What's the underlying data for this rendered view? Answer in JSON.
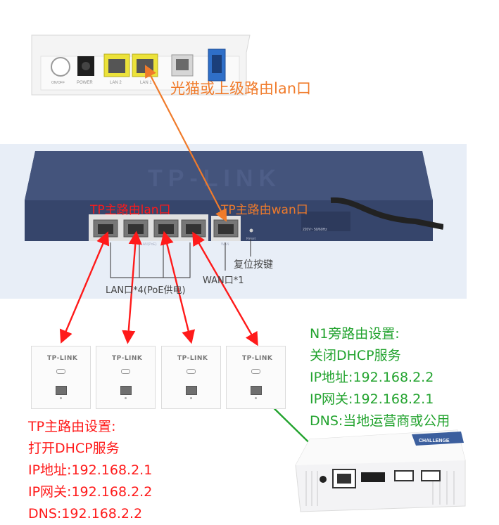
{
  "modem": {
    "port_labels": [
      "ON/OFF",
      "POWER",
      "LAN 2",
      "LAN 1"
    ],
    "caption": "光猫或上级路由lan口"
  },
  "router": {
    "brand": "TP-LINK",
    "lan_label": "TP主路由lan口",
    "wan_label": "TP主路由wan口",
    "panel_lan_text": "LAN(PoE)",
    "panel_wan_text": "WAN",
    "panel_reset_text": "Reset",
    "power_text": "220V~ 50/60Hz",
    "reset_caption": "复位按键",
    "lan_count_caption": "LAN口*4(PoE供电)",
    "wan_count_caption": "WAN口*1"
  },
  "access_points": [
    {
      "brand": "TP-LINK"
    },
    {
      "brand": "TP-LINK"
    },
    {
      "brand": "TP-LINK"
    },
    {
      "brand": "TP-LINK"
    }
  ],
  "n1_box": {
    "brand": "CHALLENGE"
  },
  "n1_settings": {
    "lines": [
      "N1旁路由设置:",
      "关闭DHCP服务",
      "IP地址:192.168.2.2",
      "IP网关:192.168.2.1",
      "DNS:当地运营商或公用"
    ]
  },
  "tp_settings": {
    "lines": [
      "TP主路由设置:",
      "打开DHCP服务",
      "IP地址:192.168.2.1",
      "IP网关:192.168.2.2",
      "DNS:192.168.2.2"
    ]
  },
  "colors": {
    "red": "#ff1a1a",
    "green": "#22a32e",
    "orange": "#f07b2b",
    "router_body": "#3b4a70"
  }
}
